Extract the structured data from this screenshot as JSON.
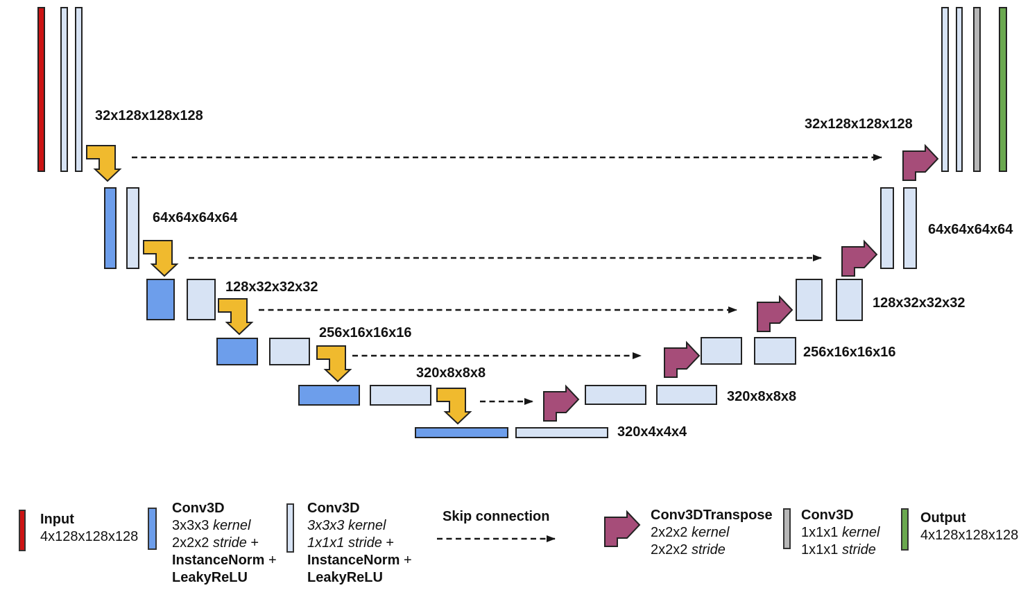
{
  "colors": {
    "input_red": "#cc1414",
    "conv_stride_blue": "#6d9eeb",
    "conv_plain_blue": "#d7e3f4",
    "transpose_purple": "#a64d79",
    "conv_gray": "#b7b7b7",
    "output_green": "#6aa84f",
    "down_arrow_yellow": "#f0ba2e",
    "line_black": "#161616"
  },
  "dims": {
    "enc_l1": "32x128x128x128",
    "enc_l2": "64x64x64x64",
    "enc_l3": "128x32x32x32",
    "enc_l4": "256x16x16x16",
    "enc_l5": "320x8x8x8",
    "bottleneck": "320x4x4x4",
    "dec_l5": "320x8x8x8",
    "dec_l4": "256x16x16x16",
    "dec_l3": "128x32x32x32",
    "dec_l2": "64x64x64x64",
    "dec_l1": "32x128x128x128"
  },
  "legend": {
    "input": {
      "title": "Input",
      "dims": "4x128x128x128"
    },
    "conv_down": {
      "title": "Conv3D",
      "kernel_num": "3x3x3",
      "kernel_word": "kernel",
      "stride_num": "2x2x2",
      "stride_word": "stride",
      "plus1": "+",
      "norm": "InstanceNorm",
      "plus2": "+",
      "act": "LeakyReLU"
    },
    "conv_plain": {
      "title": "Conv3D",
      "kernel_num": "3x3x3",
      "kernel_word": "kernel",
      "stride_num": "1x1x1",
      "stride_word": "stride",
      "plus1": "+",
      "norm": "InstanceNorm",
      "plus2": "+",
      "act": "LeakyReLU"
    },
    "skip": {
      "title": "Skip connection"
    },
    "transpose": {
      "title": "Conv3DTranspose",
      "kernel_num": "2x2x2",
      "kernel_word": "kernel",
      "stride_num": "2x2x2",
      "stride_word": "stride"
    },
    "conv_one": {
      "title": "Conv3D",
      "kernel_num": "1x1x1",
      "kernel_word": "kernel",
      "stride_num": "1x1x1",
      "stride_word": "stride"
    },
    "output": {
      "title": "Output",
      "dims": "4x128x128x128"
    }
  },
  "icons": {
    "downsample_arrow": "elbow-arrow-down",
    "upsample_arrow": "elbow-arrow-right",
    "skip_connection": "dashed-arrow-right"
  }
}
